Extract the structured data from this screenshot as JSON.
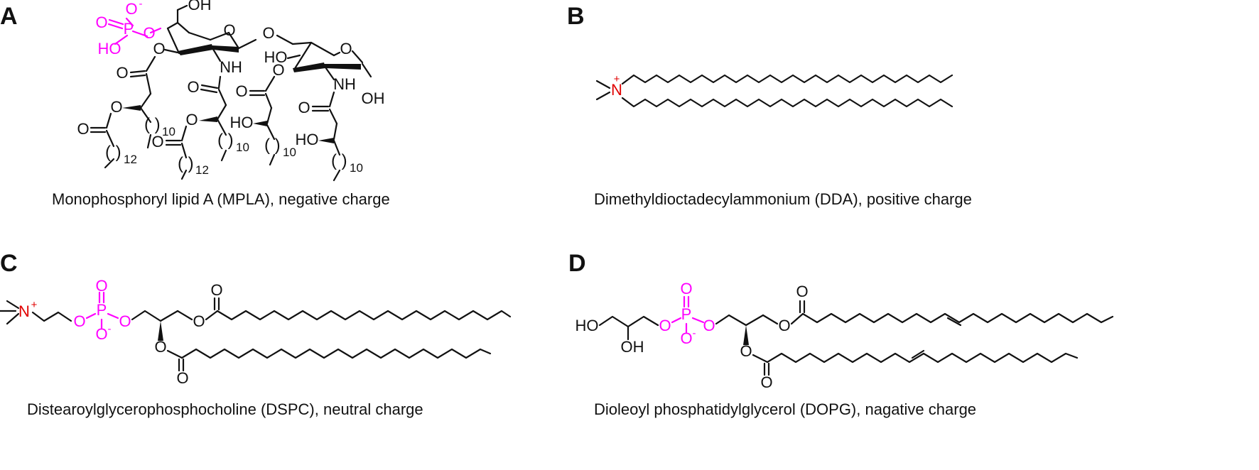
{
  "panels": {
    "a": {
      "label": "A",
      "caption": "Monophosphoryl lipid A (MPLA), negative charge",
      "atoms": {
        "oh": "OH",
        "o": "O",
        "p": "P",
        "ho": "HO",
        "nh": "NH",
        "minus": "-"
      },
      "subscripts": {
        "n10": "10",
        "n12": "12"
      }
    },
    "b": {
      "label": "B",
      "caption": "Dimethyldioctadecylammonium (DDA), positive charge",
      "atoms": {
        "n": "N",
        "plus": "+"
      }
    },
    "c": {
      "label": "C",
      "caption": "Distearoylglycerophosphocholine (DSPC), neutral charge",
      "atoms": {
        "n": "N",
        "plus": "+",
        "o": "O",
        "p": "P",
        "minus": "-"
      }
    },
    "d": {
      "label": "D",
      "caption": "Dioleoyl phosphatidylglycerol (DOPG), nagative charge",
      "atoms": {
        "ho": "HO",
        "oh": "OH",
        "o": "O",
        "p": "P",
        "minus": "-"
      }
    }
  },
  "colors": {
    "bond": "#111111",
    "phosphate": "#ff00ff",
    "nitrogen_cation": "#e00000"
  }
}
